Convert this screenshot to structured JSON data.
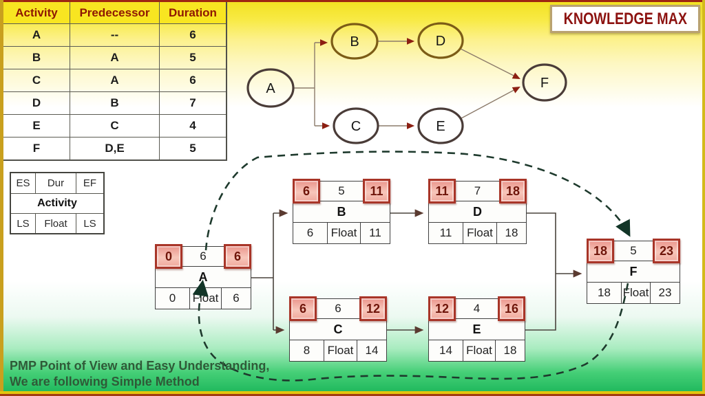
{
  "brand": {
    "label": "KNOWLEDGE MAX"
  },
  "activity_table": {
    "headers": [
      "Activity",
      "Predecessor",
      "Duration"
    ],
    "rows": [
      {
        "activity": "A",
        "predecessor": "--",
        "duration": "6"
      },
      {
        "activity": "B",
        "predecessor": "A",
        "duration": "5"
      },
      {
        "activity": "C",
        "predecessor": "A",
        "duration": "6"
      },
      {
        "activity": "D",
        "predecessor": "B",
        "duration": "7"
      },
      {
        "activity": "E",
        "predecessor": "C",
        "duration": "4"
      },
      {
        "activity": "F",
        "predecessor": "D,E",
        "duration": "5"
      }
    ]
  },
  "legend": {
    "es": "ES",
    "dur": "Dur",
    "ef": "EF",
    "activity": "Activity",
    "ls": "LS",
    "float": "Float",
    "lf": "LS"
  },
  "network": {
    "nodes": [
      {
        "label": "A"
      },
      {
        "label": "B"
      },
      {
        "label": "C"
      },
      {
        "label": "D"
      },
      {
        "label": "E"
      },
      {
        "label": "F"
      }
    ]
  },
  "schedule_boxes": [
    {
      "name": "A",
      "es": "0",
      "dur": "6",
      "ef": "6",
      "ls": "0",
      "float": "Float",
      "lf": "6"
    },
    {
      "name": "B",
      "es": "6",
      "dur": "5",
      "ef": "11",
      "ls": "6",
      "float": "Float",
      "lf": "11"
    },
    {
      "name": "C",
      "es": "6",
      "dur": "6",
      "ef": "12",
      "ls": "8",
      "float": "Float",
      "lf": "14"
    },
    {
      "name": "D",
      "es": "11",
      "dur": "7",
      "ef": "18",
      "ls": "11",
      "float": "Float",
      "lf": "18"
    },
    {
      "name": "E",
      "es": "12",
      "dur": "4",
      "ef": "16",
      "ls": "14",
      "float": "Float",
      "lf": "18"
    },
    {
      "name": "F",
      "es": "18",
      "dur": "5",
      "ef": "23",
      "ls": "18",
      "float": "Float",
      "lf": "23"
    }
  ],
  "footer": {
    "line1": "PMP Point of View and Easy Understanding,",
    "line2": "We are following Simple Method"
  },
  "colors": {
    "header_yellow": "#f8e521",
    "header_text_red": "#8e1703",
    "highlight_fill": "#f2a79e",
    "highlight_border": "#a83528",
    "bottom_green": "#18b458",
    "dashed_loop": "#1e3a2d",
    "arrow_red": "#8c1f12"
  }
}
